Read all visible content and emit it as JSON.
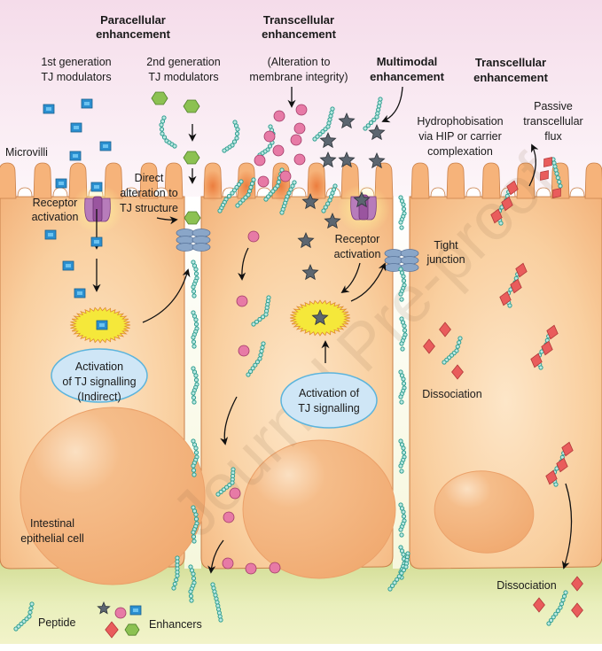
{
  "figure": {
    "watermark": "Journal Pre-proof",
    "colors": {
      "lumen_top": "#f7dfec",
      "lumen_bottom": "#fdf6fa",
      "cell_fill": "#f8c896",
      "cell_edge": "#c9804a",
      "nucleus": "#f3b07a",
      "basolateral": "#e6ecb4",
      "peptide": "#3fb4a5",
      "enhancer_star": "#5c6670",
      "enhancer_circle": "#e77aa6",
      "enhancer_square": "#2b8fd0",
      "enhancer_diamond": "#e95c5c",
      "enhancer_hexagon": "#8cc152",
      "tight_junction": "#8aa6c8",
      "receptor": "#a462a8",
      "signal_burst": "#f5e83a",
      "signal_ellipse": "#cfe6f6"
    }
  },
  "headers": {
    "paracellular": [
      "Paracellular",
      "enhancement"
    ],
    "transcellular_1": [
      "Transcellular",
      "enhancement"
    ],
    "multimodal": [
      "Multimodal",
      "enhancement"
    ],
    "transcellular_2": [
      "Transcellular",
      "enhancement"
    ]
  },
  "labels": {
    "first_gen": [
      "1st generation",
      "TJ modulators"
    ],
    "second_gen": [
      "2nd generation",
      "TJ modulators"
    ],
    "alteration": [
      "(Alteration to",
      "membrane integrity)"
    ],
    "hydrophobisation": [
      "Hydrophobisation",
      "via HIP or carrier",
      "complexation"
    ],
    "passive": [
      "Passive",
      "transcellular",
      "flux"
    ],
    "microvilli": "Microvilli",
    "receptor_activation_1": [
      "Receptor",
      "activation"
    ],
    "direct_alteration": [
      "Direct",
      "alteration to",
      "TJ structure"
    ],
    "receptor_activation_2": [
      "Receptor",
      "activation"
    ],
    "tight_junction": [
      "Tight",
      "junction"
    ],
    "activation_indirect": [
      "Activation",
      "of TJ signalling",
      "(Indirect)"
    ],
    "activation_tj": [
      "Activation of",
      "TJ signalling"
    ],
    "dissociation_1": "Dissociation",
    "dissociation_2": "Dissociation",
    "intestinal_cell": [
      "Intestinal",
      "epithelial cell"
    ]
  },
  "legend": {
    "peptide": "Peptide",
    "enhancers": "Enhancers",
    "enhancer_shapes": [
      "star",
      "circle",
      "square",
      "diamond",
      "hexagon"
    ]
  }
}
